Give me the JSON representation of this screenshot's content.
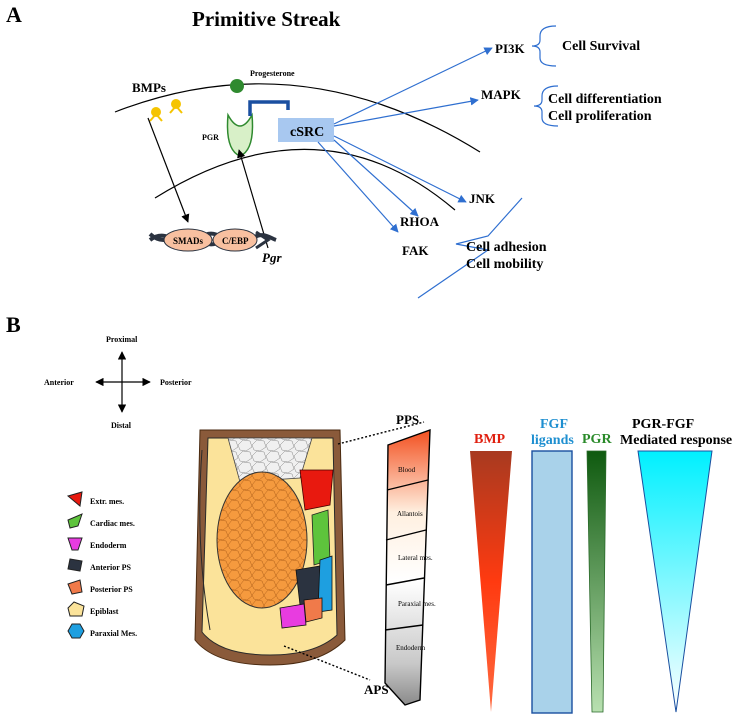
{
  "panel_a": {
    "letter": "A",
    "title": "Primitive Streak",
    "bmps": "BMPs",
    "progesterone": "Progesterone",
    "pgr": "PGR",
    "csrc": "cSRC",
    "smads": "SMADs",
    "cebp": "C/EBP",
    "gene": "Pgr",
    "pi3k": "PI3K",
    "mapk": "MAPK",
    "jnk": "JNK",
    "rhoa": "RHOA",
    "fak": "FAK",
    "cell_survival": "Cell Survival",
    "cell_differentiation": "Cell differentiation",
    "cell_proliferation": "Cell proliferation",
    "cell_adhesion": "Cell adhesion",
    "cell_mobility": "Cell mobility"
  },
  "panel_b": {
    "letter": "B",
    "axes": {
      "proximal": "Proximal",
      "distal": "Distal",
      "anterior": "Anterior",
      "posterior": "Posterior"
    },
    "legend": [
      {
        "label": "Extr. mes.",
        "color": "#e8190f"
      },
      {
        "label": "Cardiac mes.",
        "color": "#5ec43c"
      },
      {
        "label": "Endoderm",
        "color": "#e83ce0"
      },
      {
        "label": "Anterior PS",
        "color": "#2b3340"
      },
      {
        "label": "Posterior PS",
        "color": "#f07a4a"
      },
      {
        "label": "Epiblast",
        "color": "#fbe39a"
      },
      {
        "label": "Paraxial Mes.",
        "color": "#1e9fe0"
      }
    ],
    "pps": "PPS",
    "aps": "APS",
    "streak_segments": [
      "Blood",
      "Allantois",
      "Lateral mes.",
      "Paraxial mes.",
      "Endoderm"
    ],
    "gradients": {
      "bmp": "BMP",
      "fgf_line1": "FGF",
      "fgf_line2": "ligands",
      "pgr": "PGR",
      "response_line1": "PGR-FGF",
      "response_line2": "Mediated response"
    },
    "colors": {
      "bmp": "#e02010",
      "fgf": "#1e8fd0",
      "pgr": "#2a8a2a"
    }
  }
}
